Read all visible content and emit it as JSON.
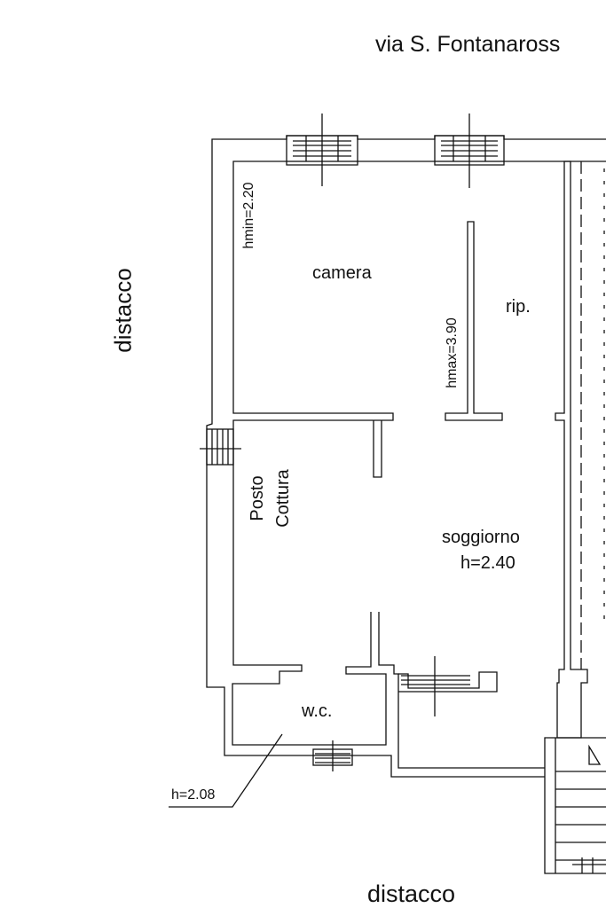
{
  "labels": {
    "street": "via S. Fontanaross",
    "setback_left": "distacco",
    "setback_bottom": "distacco",
    "room_camera": "camera",
    "room_rip": "rip.",
    "hmin": "hmin=2.20",
    "hmax": "hmax=3.90",
    "posto": "Posto",
    "cottura": "Cottura",
    "soggiorno": "soggiorno",
    "soggiorno_h": "h=2.40",
    "wc": "w.c.",
    "wc_h": "h=2.08"
  },
  "colors": {
    "line": "#111111",
    "background": "#ffffff"
  }
}
